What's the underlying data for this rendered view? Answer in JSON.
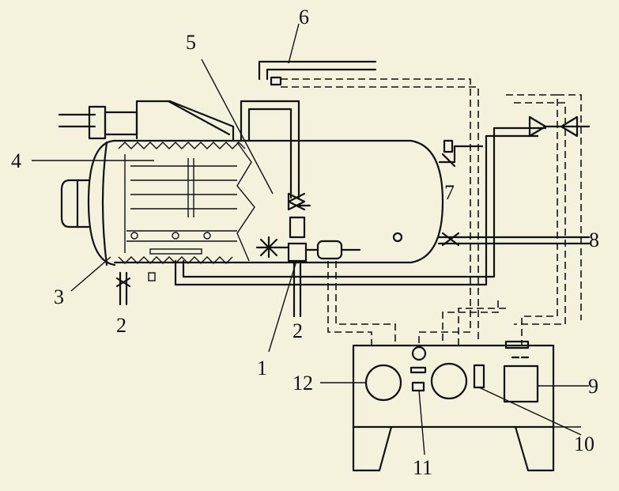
{
  "diagram": {
    "labels": {
      "l1": "1",
      "l2a": "2",
      "l2b": "2",
      "l3": "3",
      "l4": "4",
      "l5": "5",
      "l6": "6",
      "l7": "7",
      "l8": "8",
      "l9": "9",
      "l10": "10",
      "l11": "11",
      "l12": "12"
    },
    "colors": {
      "background": "#f4f1dd",
      "ink": "#111111"
    }
  }
}
